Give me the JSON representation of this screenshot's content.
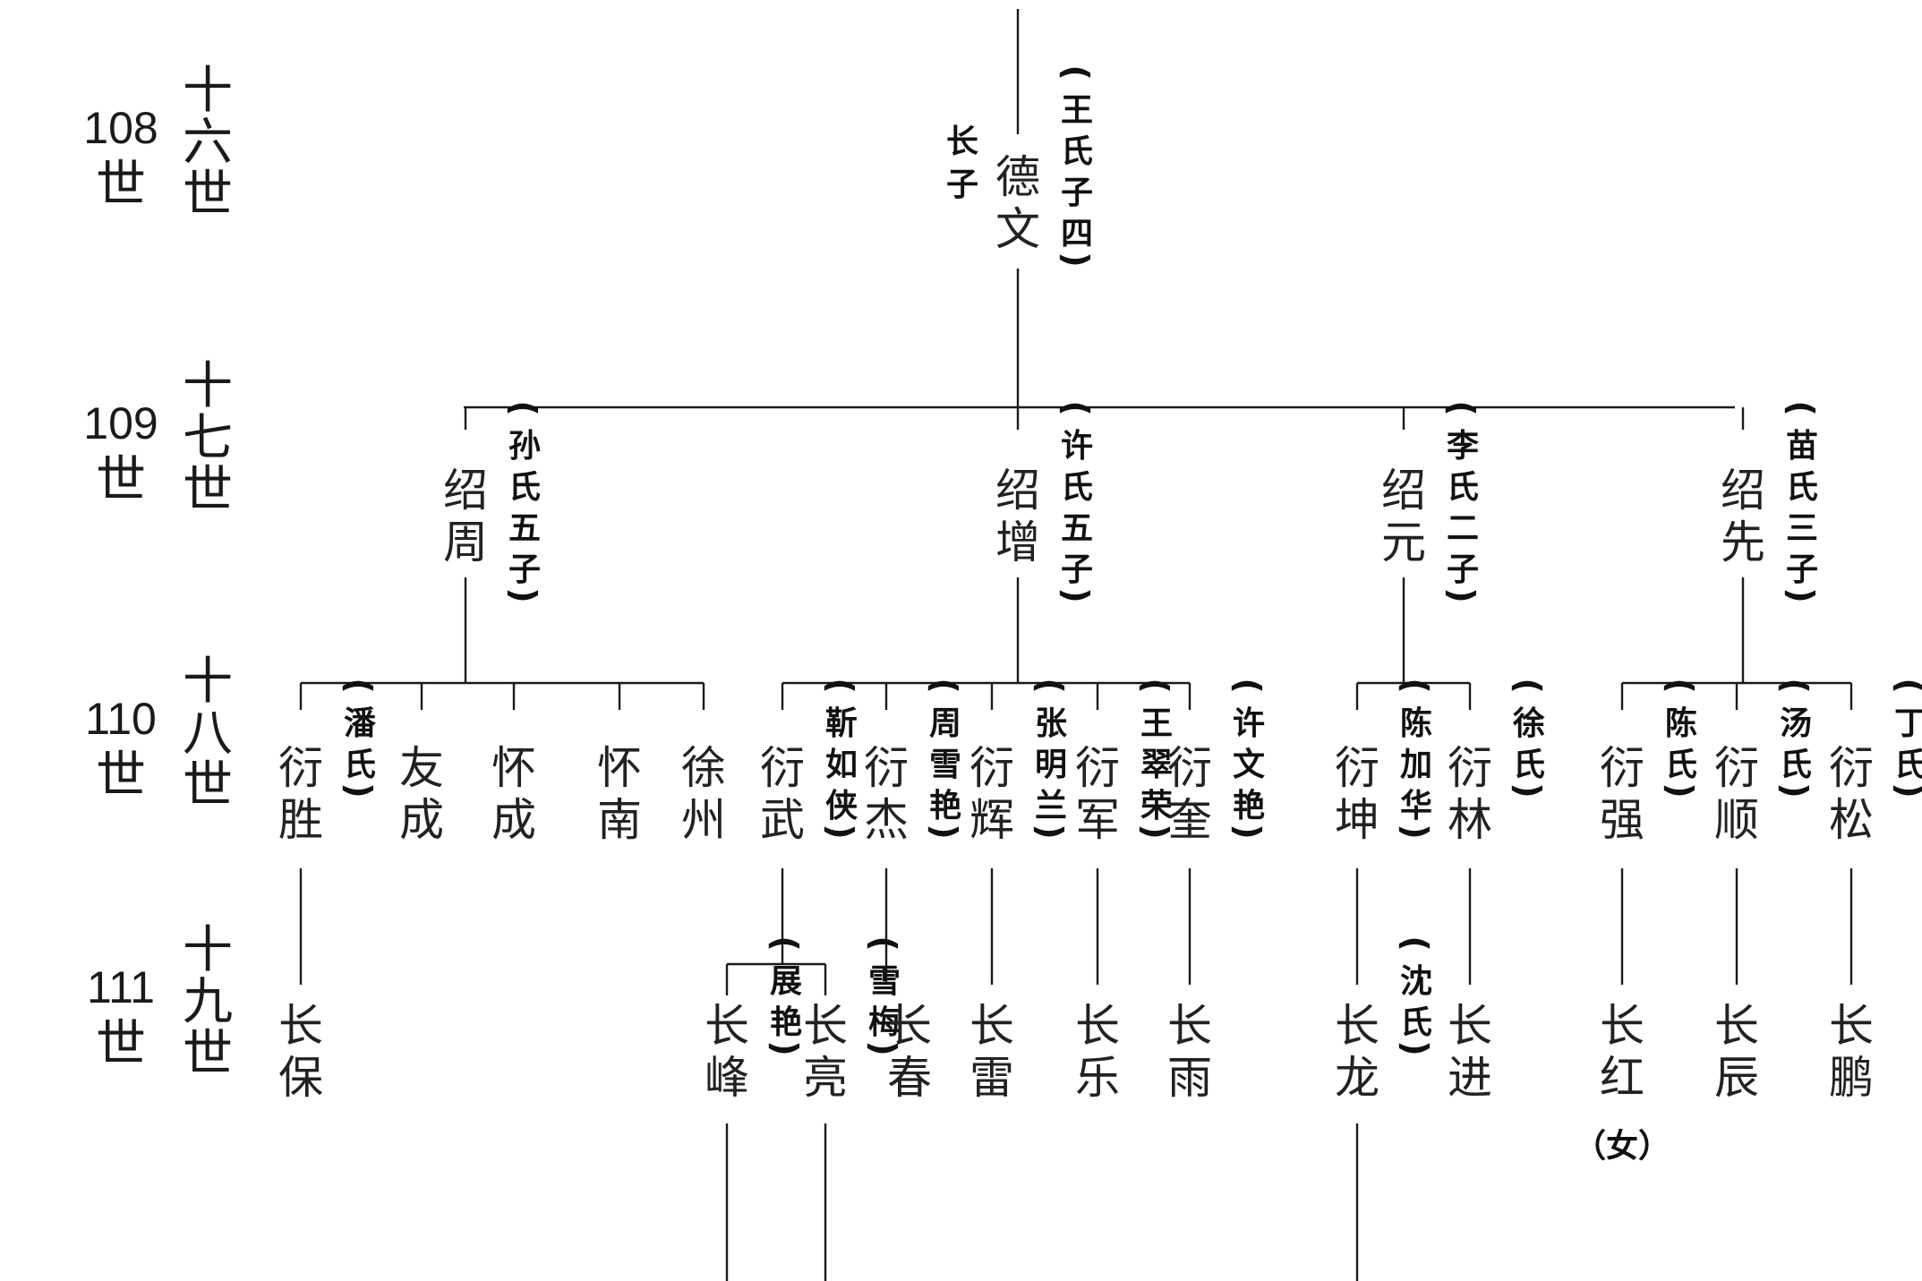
{
  "generations": [
    {
      "number": "108",
      "shi": "世",
      "label": "十六世"
    },
    {
      "number": "109",
      "shi": "世",
      "label": "十七世"
    },
    {
      "number": "110",
      "shi": "世",
      "label": "十八世"
    },
    {
      "number": "111",
      "shi": "世",
      "label": "十九世"
    }
  ],
  "people": [
    {
      "id": "dewen",
      "name": "德文",
      "gen": 0,
      "note": "王氏子四",
      "birth_order": "长子"
    },
    {
      "id": "shaozhou",
      "name": "绍周",
      "gen": 1,
      "parent": "dewen",
      "note": "孙氏五子"
    },
    {
      "id": "shaozeng",
      "name": "绍增",
      "gen": 1,
      "parent": "dewen",
      "note": "许氏五子"
    },
    {
      "id": "shaoyuan",
      "name": "绍元",
      "gen": 1,
      "parent": "dewen",
      "note": "李氏二子"
    },
    {
      "id": "shaoxian",
      "name": "绍先",
      "gen": 1,
      "parent": "dewen",
      "note": "苗氏三子"
    },
    {
      "id": "yansheng",
      "name": "衍胜",
      "gen": 2,
      "parent": "shaozhou",
      "note": "潘氏"
    },
    {
      "id": "youcheng",
      "name": "友成",
      "gen": 2,
      "parent": "shaozhou"
    },
    {
      "id": "huaicheng",
      "name": "怀成",
      "gen": 2,
      "parent": "shaozhou"
    },
    {
      "id": "huainan",
      "name": "怀南",
      "gen": 2,
      "parent": "shaozhou"
    },
    {
      "id": "xuzhou",
      "name": "徐州",
      "gen": 2,
      "parent": "shaozhou"
    },
    {
      "id": "yanwu",
      "name": "衍武",
      "gen": 2,
      "parent": "shaozeng",
      "note": "靳如侠"
    },
    {
      "id": "yanjie",
      "name": "衍杰",
      "gen": 2,
      "parent": "shaozeng",
      "note": "周雪艳"
    },
    {
      "id": "yanhui",
      "name": "衍辉",
      "gen": 2,
      "parent": "shaozeng",
      "note": "张明兰"
    },
    {
      "id": "yanjun",
      "name": "衍军",
      "gen": 2,
      "parent": "shaozeng",
      "note": "王翠荣"
    },
    {
      "id": "yankui",
      "name": "衍奎",
      "gen": 2,
      "parent": "shaozeng",
      "note": "许文艳"
    },
    {
      "id": "yankun",
      "name": "衍坤",
      "gen": 2,
      "parent": "shaoyuan",
      "note": "陈加华"
    },
    {
      "id": "yanlin",
      "name": "衍林",
      "gen": 2,
      "parent": "shaoyuan",
      "note": "徐氏"
    },
    {
      "id": "yanqiang",
      "name": "衍强",
      "gen": 2,
      "parent": "shaoxian",
      "note": "陈氏"
    },
    {
      "id": "yanshun",
      "name": "衍顺",
      "gen": 2,
      "parent": "shaoxian",
      "note": "汤氏"
    },
    {
      "id": "yansong",
      "name": "衍松",
      "gen": 2,
      "parent": "shaoxian",
      "note": "丁氏"
    },
    {
      "id": "changbao",
      "name": "长保",
      "gen": 3,
      "parent": "yansheng"
    },
    {
      "id": "changfeng",
      "name": "长峰",
      "gen": 3,
      "parent": "yanwu",
      "note": "展艳"
    },
    {
      "id": "changliang",
      "name": "长亮",
      "gen": 3,
      "parent": "yanwu",
      "note": "雪梅"
    },
    {
      "id": "changchun",
      "name": "长春",
      "gen": 3,
      "parent": "yanjie"
    },
    {
      "id": "changlei",
      "name": "长雷",
      "gen": 3,
      "parent": "yanhui"
    },
    {
      "id": "changle",
      "name": "长乐",
      "gen": 3,
      "parent": "yanjun"
    },
    {
      "id": "changyu",
      "name": "长雨",
      "gen": 3,
      "parent": "yankui"
    },
    {
      "id": "changlong",
      "name": "长龙",
      "gen": 3,
      "parent": "yankun",
      "note": "沈氏"
    },
    {
      "id": "changjin",
      "name": "长进",
      "gen": 3,
      "parent": "yanlin"
    },
    {
      "id": "changhong",
      "name": "长红",
      "gen": 3,
      "parent": "yanqiang",
      "sub": "（女）"
    },
    {
      "id": "changchen",
      "name": "长辰",
      "gen": 3,
      "parent": "yanshun"
    },
    {
      "id": "changpeng",
      "name": "长鹏",
      "gen": 3,
      "parent": "yansong"
    }
  ],
  "continuations": [
    "dewen",
    "changfeng",
    "changliang",
    "changlong"
  ]
}
